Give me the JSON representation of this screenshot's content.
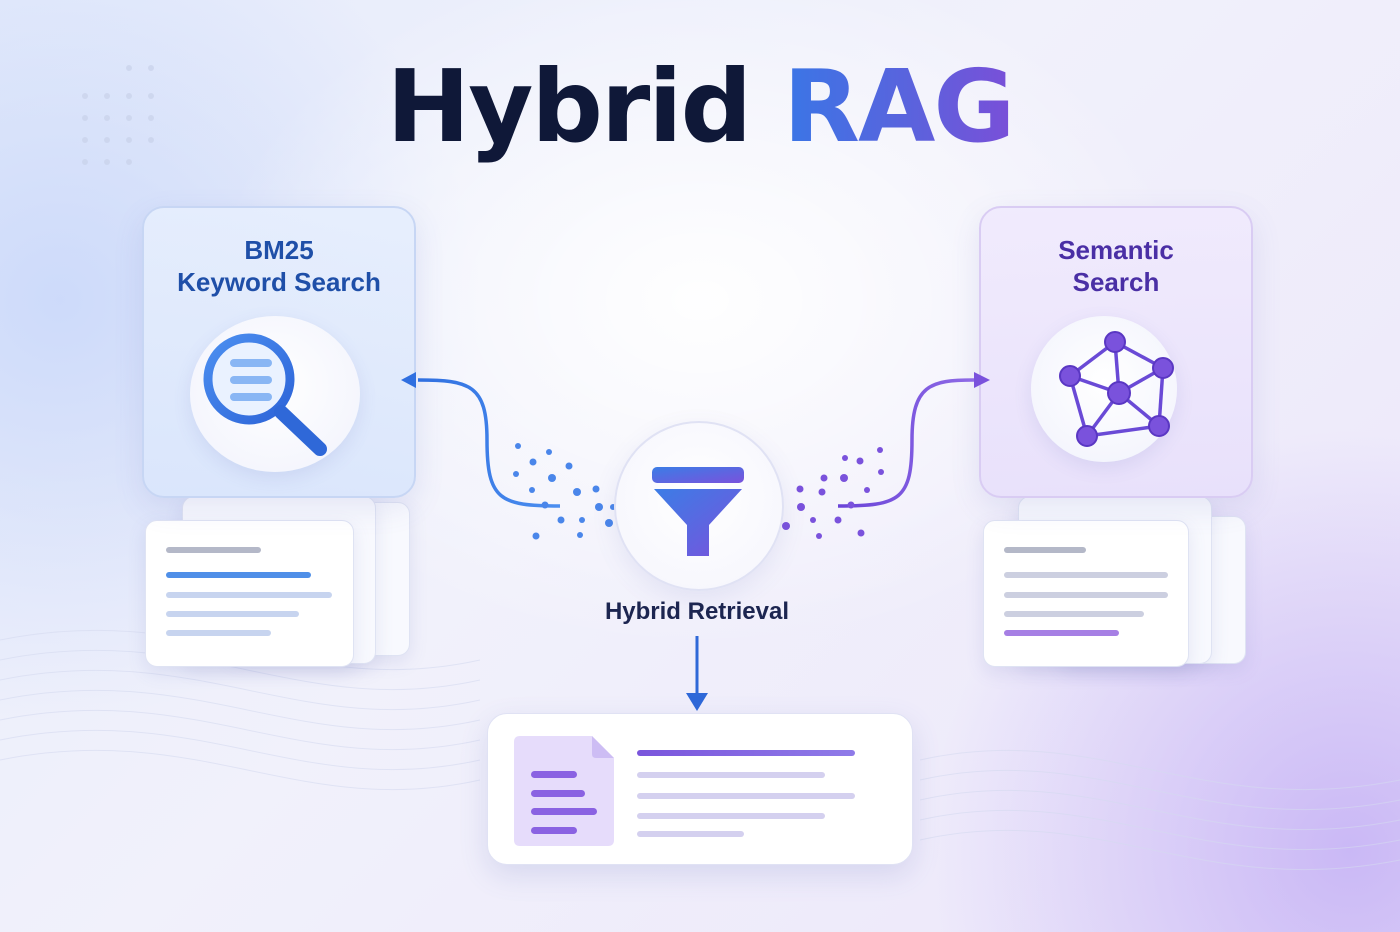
{
  "title": {
    "main": "Hybrid",
    "accent": "RAG"
  },
  "left_panel": {
    "title_line1": "BM25",
    "title_line2": "Keyword Search",
    "icon": "magnifier-icon"
  },
  "right_panel": {
    "title_line1": "Semantic",
    "title_line2": "Search",
    "icon": "knowledge-graph-icon"
  },
  "center": {
    "label": "Hybrid Retrieval",
    "icon": "funnel-icon"
  },
  "result": {
    "icon": "document-icon"
  },
  "colors": {
    "keyword_blue": "#3a7be3",
    "semantic_purple": "#7a55dc",
    "title_dark": "#0f1838"
  }
}
